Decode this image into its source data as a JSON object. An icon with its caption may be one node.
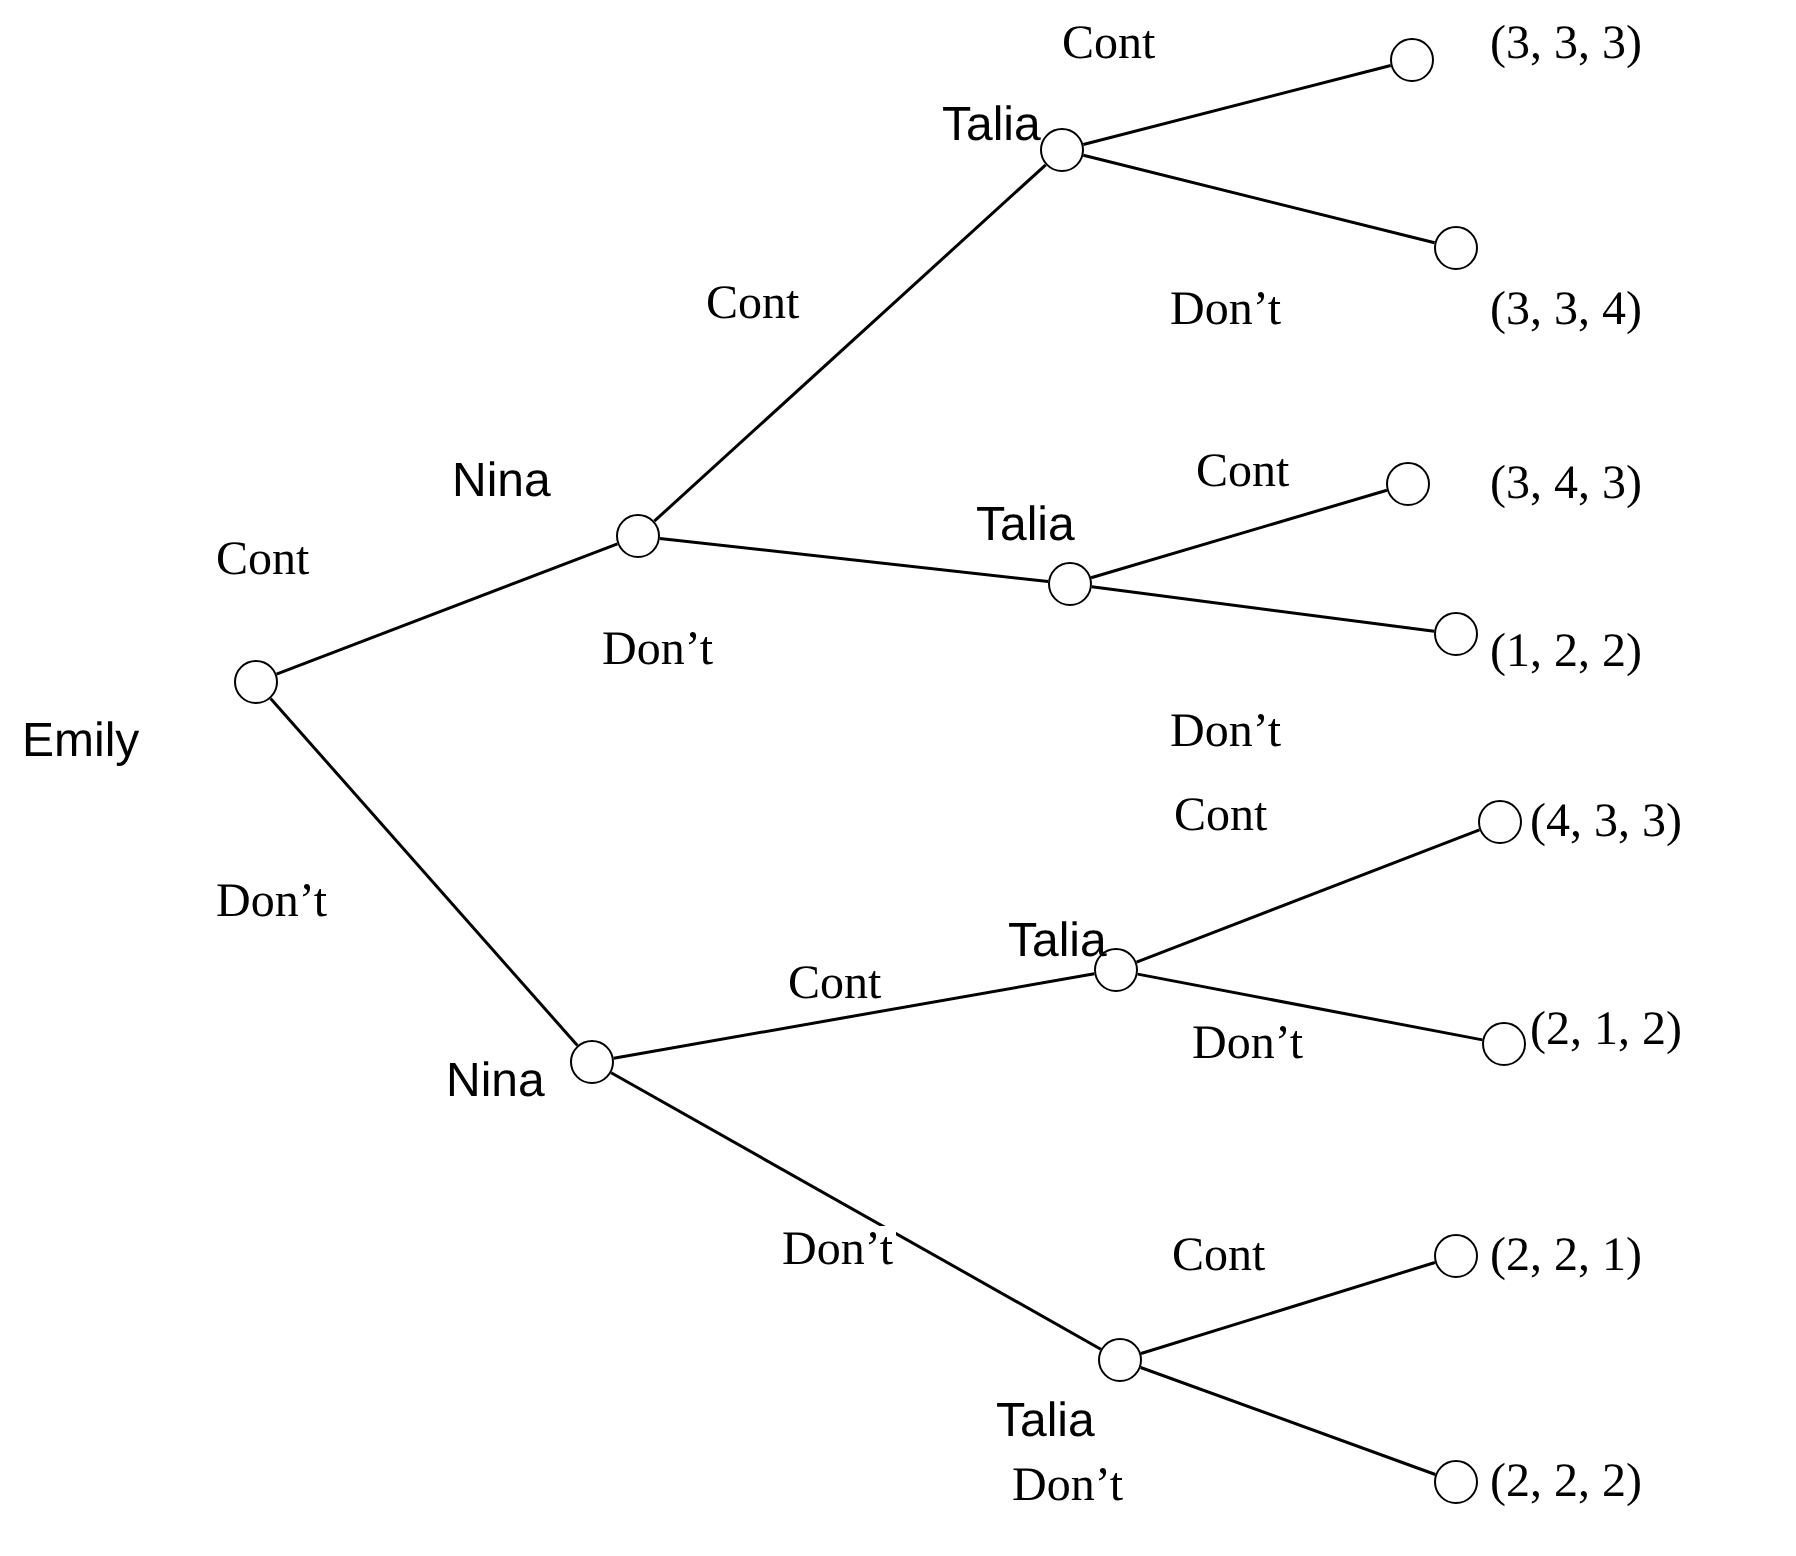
{
  "diagram": {
    "nodes": [
      {
        "text": [
          "Emily"
        ]
      },
      {
        "text": [
          "Nina"
        ]
      },
      {
        "text": [
          "Nina"
        ]
      },
      {
        "text": [
          "Talia"
        ]
      },
      {
        "text": [
          "Talia"
        ]
      },
      {
        "text": [
          "Talia"
        ]
      },
      {
        "text": [
          "Talia"
        ]
      },
      {
        "text": [],
        "shape": "circle",
        "beside": [
          "(3, 3, 3)"
        ]
      },
      {
        "text": [],
        "shape": "circle",
        "beside": [
          "(3, 3, 4)"
        ]
      },
      {
        "text": [],
        "shape": "circle",
        "beside": [
          "(3, 4, 3)"
        ]
      },
      {
        "text": [],
        "shape": "circle",
        "beside": [
          "(1, 2, 2)"
        ]
      },
      {
        "text": [],
        "shape": "circle",
        "beside": [
          "(4, 3, 3)"
        ]
      },
      {
        "text": [],
        "shape": "circle",
        "beside": [
          "(2, 1, 2)"
        ]
      },
      {
        "text": [],
        "shape": "circle",
        "beside": [
          "(2, 2, 1)"
        ]
      },
      {
        "text": [],
        "shape": "circle",
        "beside": [
          "(2, 2, 2)"
        ]
      }
    ],
    "edges": [
      {
        "from": 0,
        "to": 1,
        "arrow": "none",
        "label": "Cont"
      },
      {
        "from": 0,
        "to": 2,
        "arrow": "none",
        "label": "Don’t"
      },
      {
        "from": 1,
        "to": 3,
        "arrow": "none",
        "label": "Cont"
      },
      {
        "from": 1,
        "to": 4,
        "arrow": "none",
        "label": "Don’t"
      },
      {
        "from": 3,
        "to": 7,
        "arrow": "none",
        "label": "Cont"
      },
      {
        "from": 3,
        "to": 8,
        "arrow": "none",
        "label": "Don’t"
      },
      {
        "from": 4,
        "to": 9,
        "arrow": "none",
        "label": "Cont"
      },
      {
        "from": 4,
        "to": 10,
        "arrow": "none",
        "label": "Don’t"
      },
      {
        "from": 2,
        "to": 5,
        "arrow": "none",
        "label": "Cont"
      },
      {
        "from": 2,
        "to": 6,
        "arrow": "none",
        "label": "Don’t"
      },
      {
        "from": 5,
        "to": 11,
        "arrow": "none",
        "label": "Cont"
      },
      {
        "from": 5,
        "to": 12,
        "arrow": "none",
        "label": "Don’t"
      },
      {
        "from": 6,
        "to": 13,
        "arrow": "none",
        "label": "Cont"
      },
      {
        "from": 6,
        "to": 14,
        "arrow": "none",
        "label": "Don’t"
      }
    ]
  }
}
